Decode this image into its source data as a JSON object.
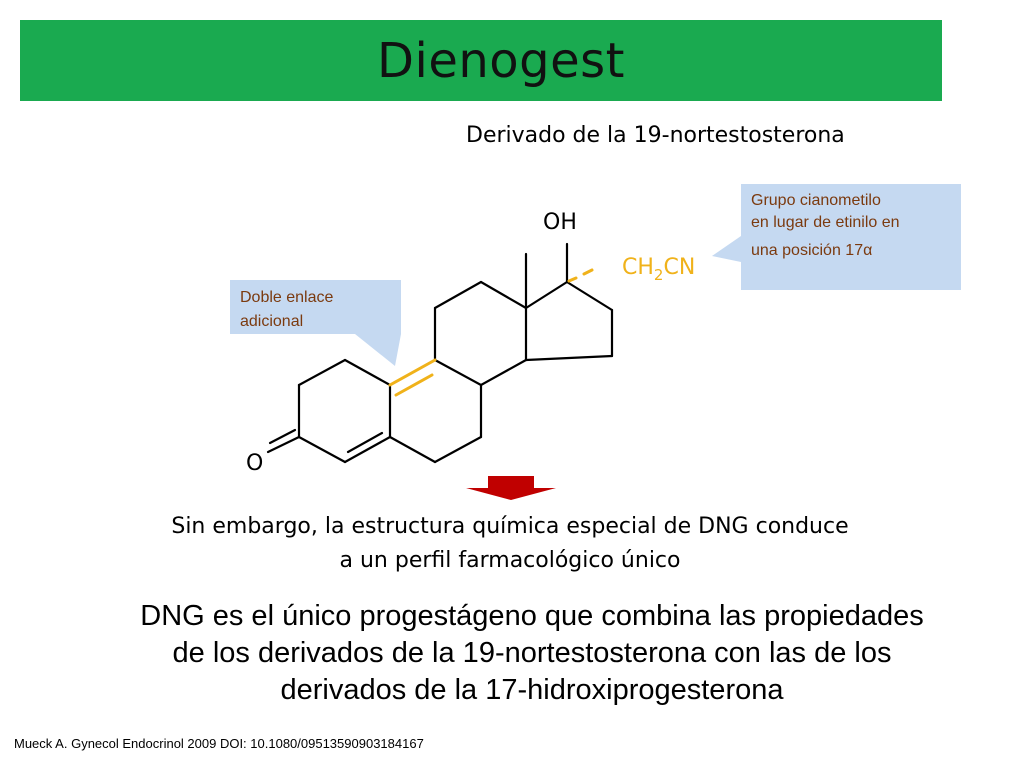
{
  "slide": {
    "title": "Dienogest",
    "subtitle": "Derivado de la 19-nortestosterona"
  },
  "molecule": {
    "oh_label": "OH",
    "ketone_label": "O",
    "substituent_main": "CH",
    "substituent_sub": "2",
    "substituent_tail": "CN",
    "highlight_color": "#f0b21a"
  },
  "callouts": {
    "double_bond": {
      "line1": "Doble enlace",
      "line2": "adicional"
    },
    "cyanomethyl": {
      "line1": "Grupo cianometilo",
      "line2": "en lugar de etinilo en",
      "line3": "una posición 17α"
    }
  },
  "statement": {
    "line1": "Sin embargo, la estructura química especial de DNG conduce",
    "line2": "a un perfil farmacológico único"
  },
  "conclusion": {
    "line1": "DNG es el único progestágeno que combina las propiedades",
    "line2": "de los derivados de la 19-nortestosterona con las de los",
    "line3": "derivados de la 17-hidroxiprogesterona"
  },
  "reference": "Mueck A. Gynecol Endocrinol 2009 DOI: 10.1080/09513590903184167",
  "colors": {
    "title_bar": "#1aaa50",
    "callout_bg": "#c5d9f1",
    "callout_text": "#7b3a0f",
    "arrow": "#c00000"
  }
}
